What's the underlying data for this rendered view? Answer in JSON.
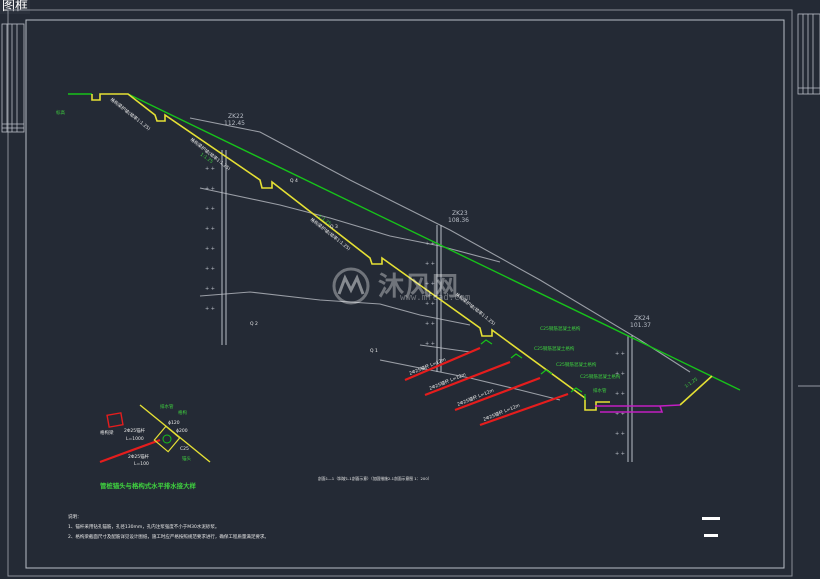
{
  "tab": {
    "label": "图框"
  },
  "colors": {
    "background": "#242a35",
    "frame": "#b9bec7",
    "slope_line": "#9a9ea6",
    "design_line": "#e5e034",
    "ground_line": "#17c21a",
    "anchor": "#e51d1d",
    "pipe": "#c21ec2",
    "text_green": "#3fd23f",
    "text_white": "#e8e8e8"
  },
  "drawing": {
    "boreholes": [
      {
        "id": "ZK22",
        "code": "112.45"
      },
      {
        "id": "ZK23",
        "code": "108.36"
      },
      {
        "id": "ZK24",
        "code": "101.37"
      }
    ],
    "detail_title": "管桩锚头与格构式水平排水接大样",
    "section_caption": "剖面1—1（斜坡1-1剖面示意）（加固措施2-1剖面示意图 1：200）",
    "notes": {
      "heading": "说明：",
      "items": [
        "1、锚杆采用钻孔锚筋，孔径130mm，孔内注浆强度不小于M30水泥砂浆。",
        "2、格构梁截面尺寸及配筋详见设计图纸，施工时应严格按照规范要求进行，确保工程质量满足要求。"
      ]
    },
    "legend": [
      "—",
      "—"
    ]
  },
  "watermark": {
    "text": "沐风网",
    "url": "www.mfcad.com"
  }
}
